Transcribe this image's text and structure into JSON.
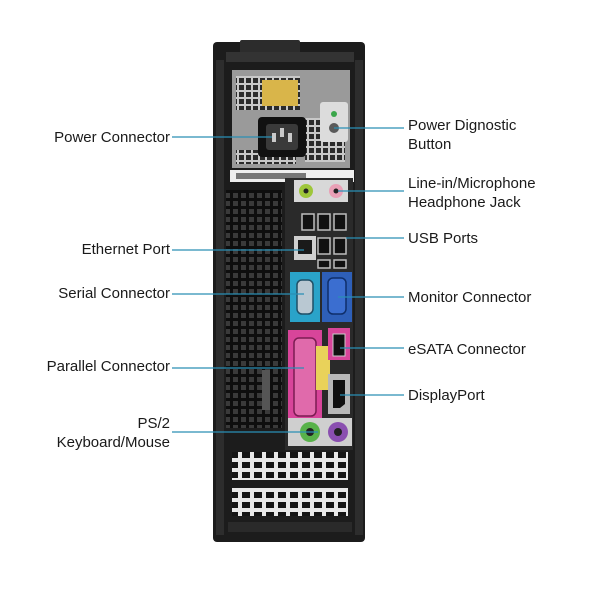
{
  "diagram": {
    "colors": {
      "line": "#2a8fb5",
      "chassis": "#1c1c1c",
      "psu": "#9a9a9a",
      "vga": "#2e5fb8",
      "serial": "#2aa3c9",
      "parallel": "#d8459a",
      "esata": "#d8459a",
      "audio_in": "#9ec63a",
      "audio_mic": "#e9a0b6",
      "ps2_kb": "#8a4fb0",
      "ps2_mouse": "#58b24a"
    },
    "labels": {
      "power_connector": "Power Connector",
      "power_diag_1": "Power Dignostic",
      "power_diag_2": "Button",
      "line_in_1": "Line-in/Microphone",
      "line_in_2": "Headphone Jack",
      "ethernet": "Ethernet Port",
      "usb": "USB Ports",
      "serial": "Serial Connector",
      "monitor": "Monitor Connector",
      "esata": "eSATA Connector",
      "parallel": "Parallel Connector",
      "displayport": "DisplayPort",
      "ps2_1": "PS/2",
      "ps2_2": "Keyboard/Mouse"
    }
  }
}
